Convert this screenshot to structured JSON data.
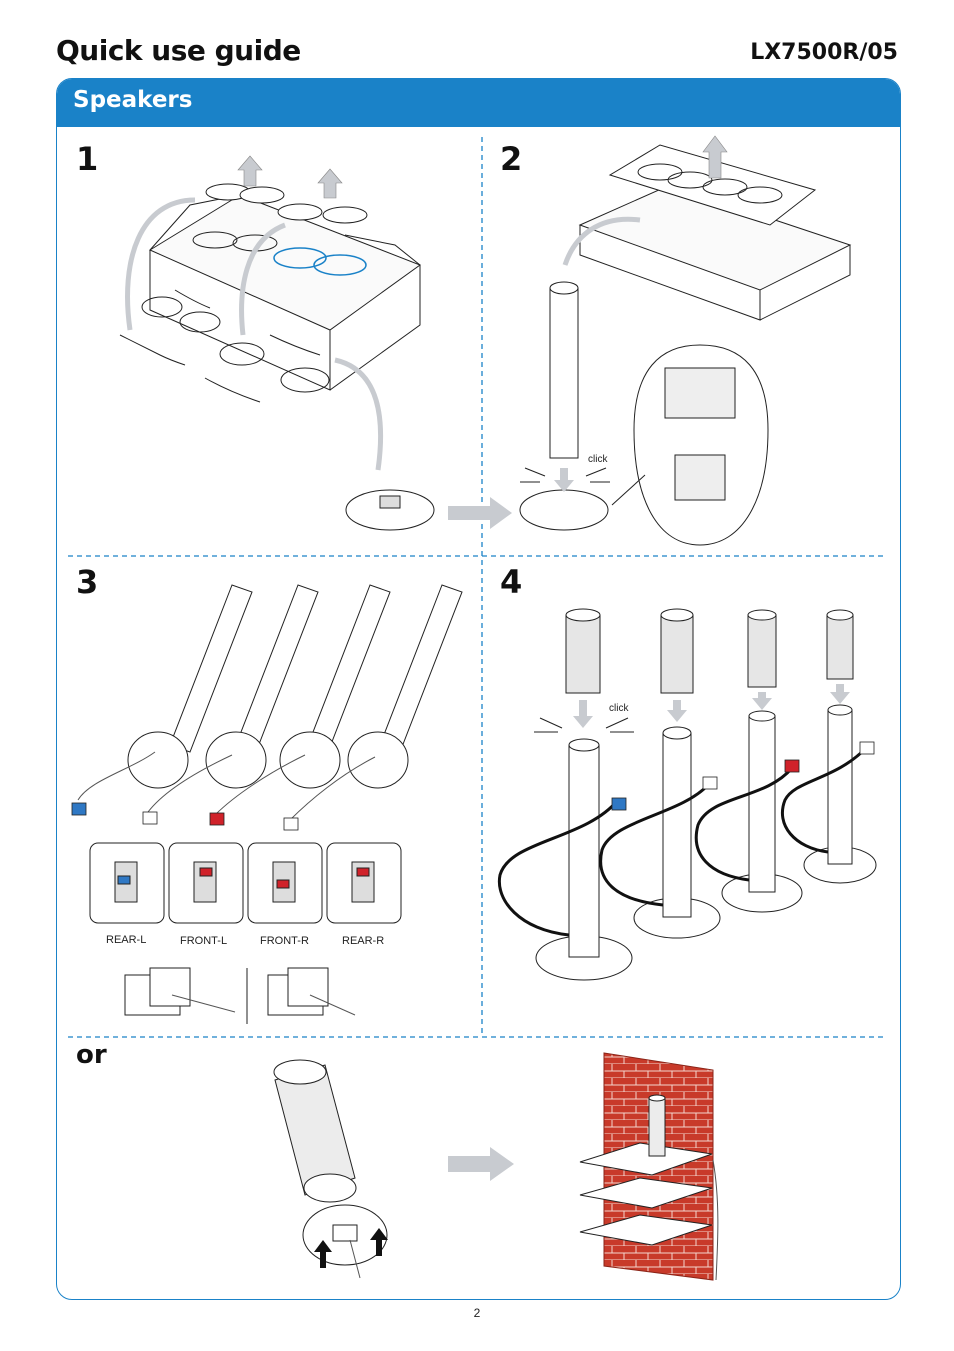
{
  "header": {
    "title": "Quick use guide",
    "model": "LX7500R/05"
  },
  "section": {
    "title": "Speakers"
  },
  "steps": [
    {
      "number": "1"
    },
    {
      "number": "2",
      "annotation": "click"
    },
    {
      "number": "3",
      "labels": [
        "REAR-L",
        "FRONT-L",
        "FRONT-R",
        "REAR-R"
      ]
    },
    {
      "number": "4",
      "annotation": "click"
    }
  ],
  "alternative": {
    "label": "or"
  },
  "footer": {
    "page_number": "2"
  },
  "colors": {
    "accent": "#1a82c8",
    "brick": "#c83a2a",
    "cable_blue": "#2f78c4",
    "cable_red": "#d0222a",
    "arrow_gray": "#c8cbd0"
  }
}
